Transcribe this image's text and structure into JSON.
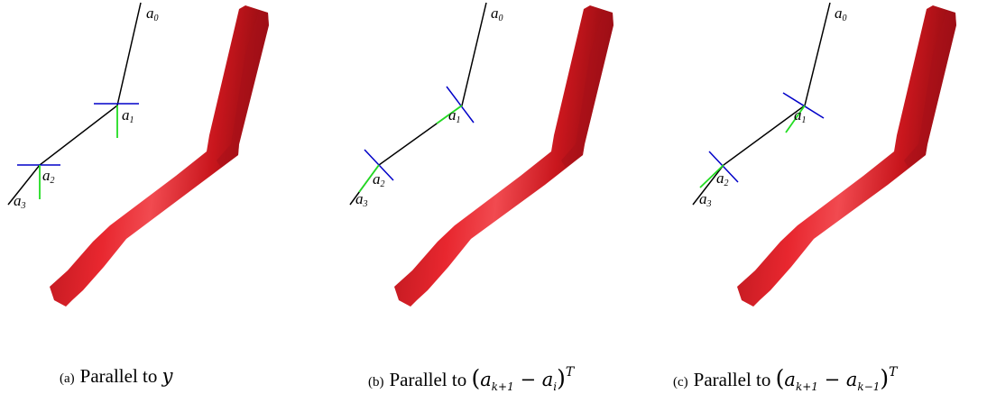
{
  "colors": {
    "tube": "#d81e26",
    "tube_dark": "#9e0f14",
    "tube_light": "#f0444a",
    "skeleton": "#000000",
    "axis_blue": "#0000c8",
    "axis_green": "#22dd22"
  },
  "joint_labels": {
    "a0": "a",
    "a0_sub": "0",
    "a1": "a",
    "a1_sub": "1",
    "a2": "a",
    "a2_sub": "2",
    "a3": "a",
    "a3_sub": "3"
  },
  "panels": [
    {
      "tag": "(a)",
      "caption": "Parallel to",
      "math": "y"
    },
    {
      "tag": "(b)",
      "caption": "Parallel to",
      "math": "(a_{k+1} - a_i)^T",
      "m_a": "a",
      "m_k1": "k+1",
      "m_minus": "−",
      "m_i": "i",
      "m_T": "T"
    },
    {
      "tag": "(c)",
      "caption": "Parallel to",
      "math": "(a_{k+1} - a_{k-1})^T",
      "m_a": "a",
      "m_k1": "k+1",
      "m_minus": "−",
      "m_km1": "k−1",
      "m_T": "T"
    }
  ]
}
